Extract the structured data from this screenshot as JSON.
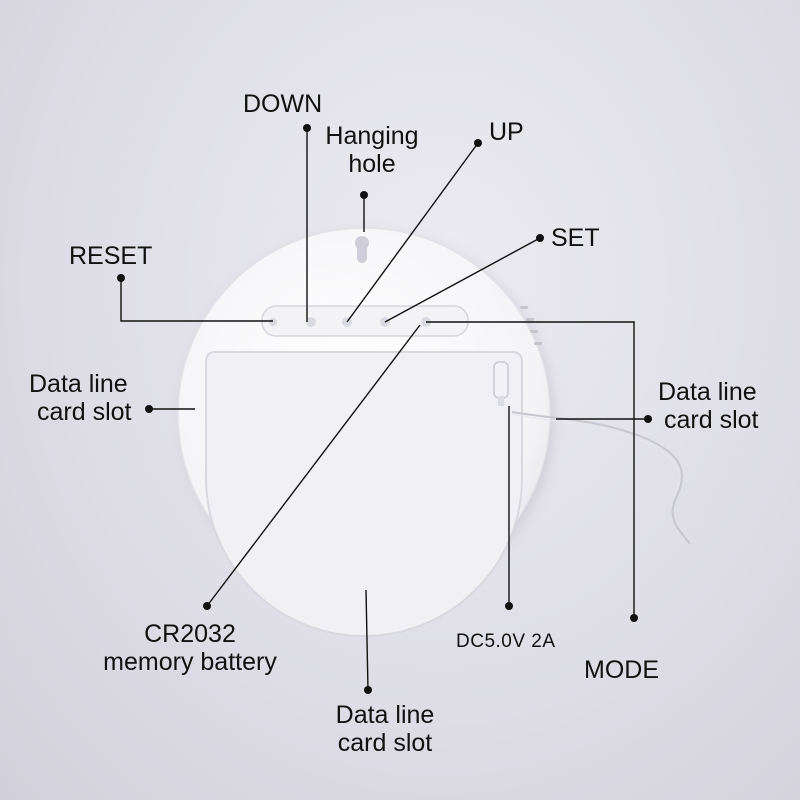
{
  "labels": {
    "down": "DOWN",
    "hanging_hole_line1": "Hanging",
    "hanging_hole_line2": "hole",
    "up": "UP",
    "set": "SET",
    "reset": "RESET",
    "data_line_left_line1": "Data line",
    "data_line_left_line2": "card slot",
    "data_line_right_line1": "Data line",
    "data_line_right_line2": "card slot",
    "cr2032_line1": "CR2032",
    "cr2032_line2": "memory battery",
    "dc_power": "DC5.0V 2A",
    "mode": "MODE",
    "data_line_bottom_line1": "Data line",
    "data_line_bottom_line2": "card slot"
  },
  "colors": {
    "background": "#dfdee7",
    "device": "#f7f7f9",
    "leader_line": "#111111"
  }
}
